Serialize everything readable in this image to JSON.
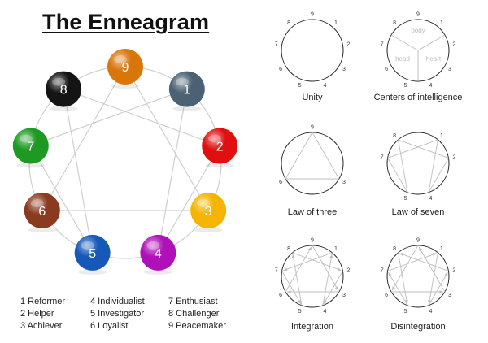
{
  "title": "The Enneagram",
  "points": [
    {
      "n": "1",
      "color": "#4a6274"
    },
    {
      "n": "2",
      "color": "#e01010"
    },
    {
      "n": "3",
      "color": "#f5b400"
    },
    {
      "n": "4",
      "color": "#b010b8"
    },
    {
      "n": "5",
      "color": "#1558b8"
    },
    {
      "n": "6",
      "color": "#8a3a1e"
    },
    {
      "n": "7",
      "color": "#1e9a22"
    },
    {
      "n": "8",
      "color": "#141414"
    },
    {
      "n": "9",
      "color": "#d9760a"
    }
  ],
  "legend": [
    "1 Reformer",
    "4 Individualist",
    "7 Enthusiast",
    "2 Helper",
    "5 Investigator",
    "8 Challenger",
    "3 Achiever",
    "6 Loyalist",
    "9 Peacemaker"
  ],
  "centers": [
    "body",
    "head",
    "heart"
  ],
  "diagrams": [
    {
      "caption": "Unity"
    },
    {
      "caption": "Centers of intelligence"
    },
    {
      "caption": "Law of three"
    },
    {
      "caption": "Law of seven"
    },
    {
      "caption": "Integration"
    },
    {
      "caption": "Disintegration"
    }
  ]
}
